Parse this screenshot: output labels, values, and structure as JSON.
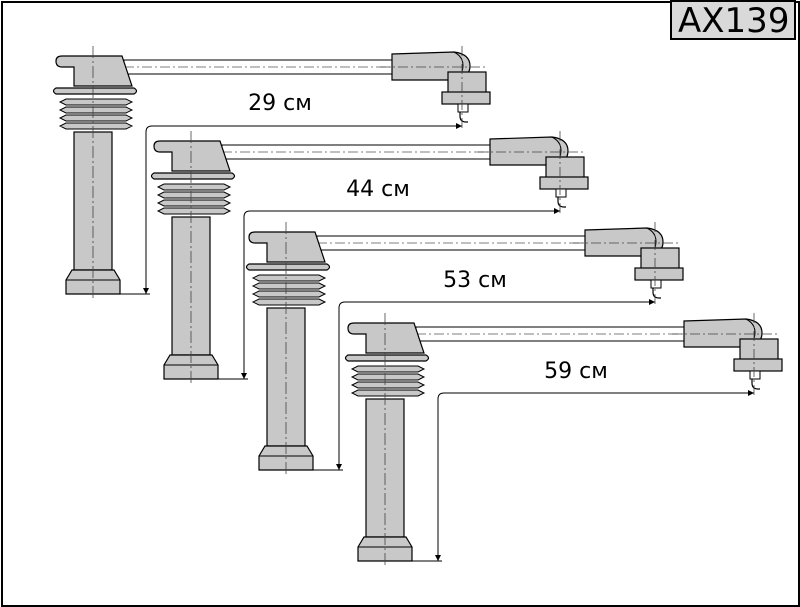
{
  "code": "AX139",
  "colors": {
    "part_fill": "#c8c8c8",
    "stroke": "#000000",
    "background": "#ffffff"
  },
  "wires": [
    {
      "length_label": "29 см"
    },
    {
      "length_label": "44 см"
    },
    {
      "length_label": "53 см"
    },
    {
      "length_label": "59 см"
    }
  ]
}
